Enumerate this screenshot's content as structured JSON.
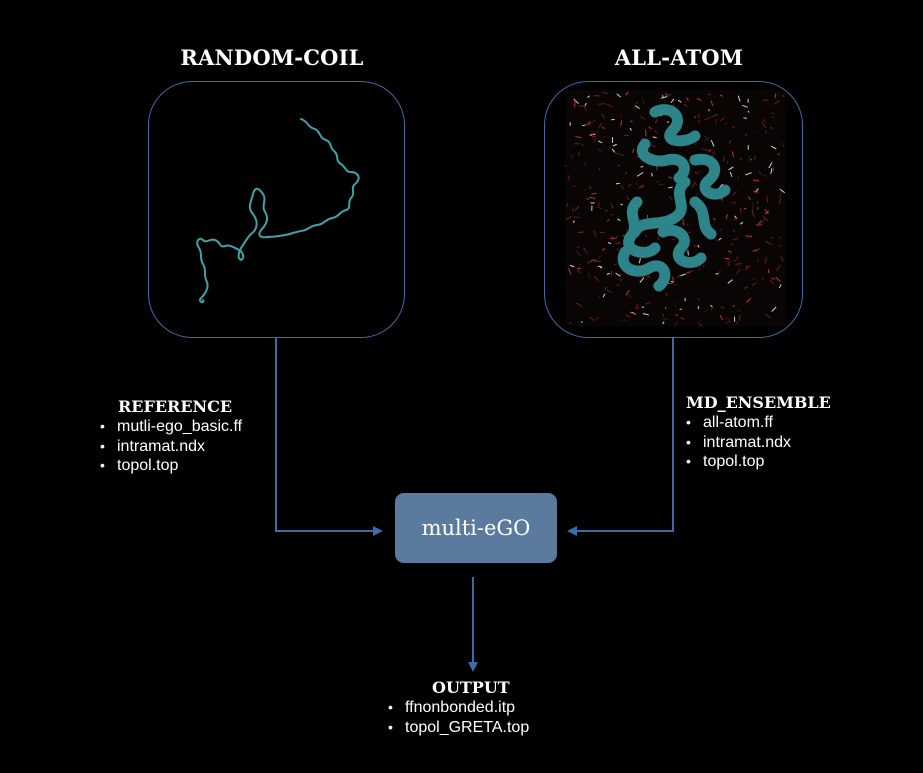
{
  "left_panel": {
    "title": "RANDOM-COIL",
    "image_icon": "random-coil-protein-chain"
  },
  "right_panel": {
    "title": "ALL-ATOM",
    "image_icon": "solvated-protein-ribbon"
  },
  "center": {
    "label": "multi-eGO"
  },
  "reference": {
    "heading": "REFERENCE",
    "items": [
      "mutli-ego_basic.ff",
      "intramat.ndx",
      "topol.top"
    ]
  },
  "md_ensemble": {
    "heading": "MD_ENSEMBLE",
    "items": [
      "all-atom.ff",
      "intramat.ndx",
      "topol.top"
    ]
  },
  "output": {
    "heading": "OUTPUT",
    "items": [
      "ffnonbonded.itp",
      "topol_GRETA.top"
    ]
  },
  "colors": {
    "background": "#000000",
    "box_border": "#3d6aa8",
    "arrow": "#3d6aa8",
    "center_fill": "#5a7a9e",
    "protein": "#3ea3a8"
  }
}
